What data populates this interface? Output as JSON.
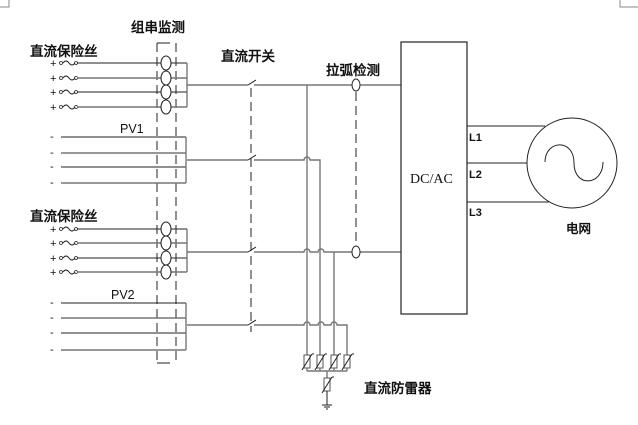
{
  "title": "光伏直流侧保护与监测系统示意图",
  "labels": {
    "string_monitor": "组串监测",
    "dc_fuse_top": "直流保险丝",
    "dc_fuse_bottom": "直流保险丝",
    "dc_switch": "直流开关",
    "arc_detection": "拉弧检测",
    "dc_surge_protector": "直流防雷器",
    "inverter": "DC/AC",
    "grid": "电网",
    "pv1": "PV1",
    "pv2": "PV2"
  },
  "phases": [
    "L1",
    "L2",
    "L3"
  ],
  "pv_groups": [
    {
      "name": "PV1",
      "positive_signs": [
        "+",
        "+",
        "+",
        "+"
      ],
      "negative_signs": [
        "-",
        "-",
        "-",
        "-"
      ]
    },
    {
      "name": "PV2",
      "positive_signs": [
        "+",
        "+",
        "+",
        "+"
      ],
      "negative_signs": [
        "-",
        "-",
        "-",
        "-"
      ]
    }
  ],
  "components": {
    "fuses_per_group": 4,
    "string_monitor_sensors_per_group": 4,
    "surge_arrester_varistors": 4,
    "surge_arrester_ground_varistor": 1
  }
}
